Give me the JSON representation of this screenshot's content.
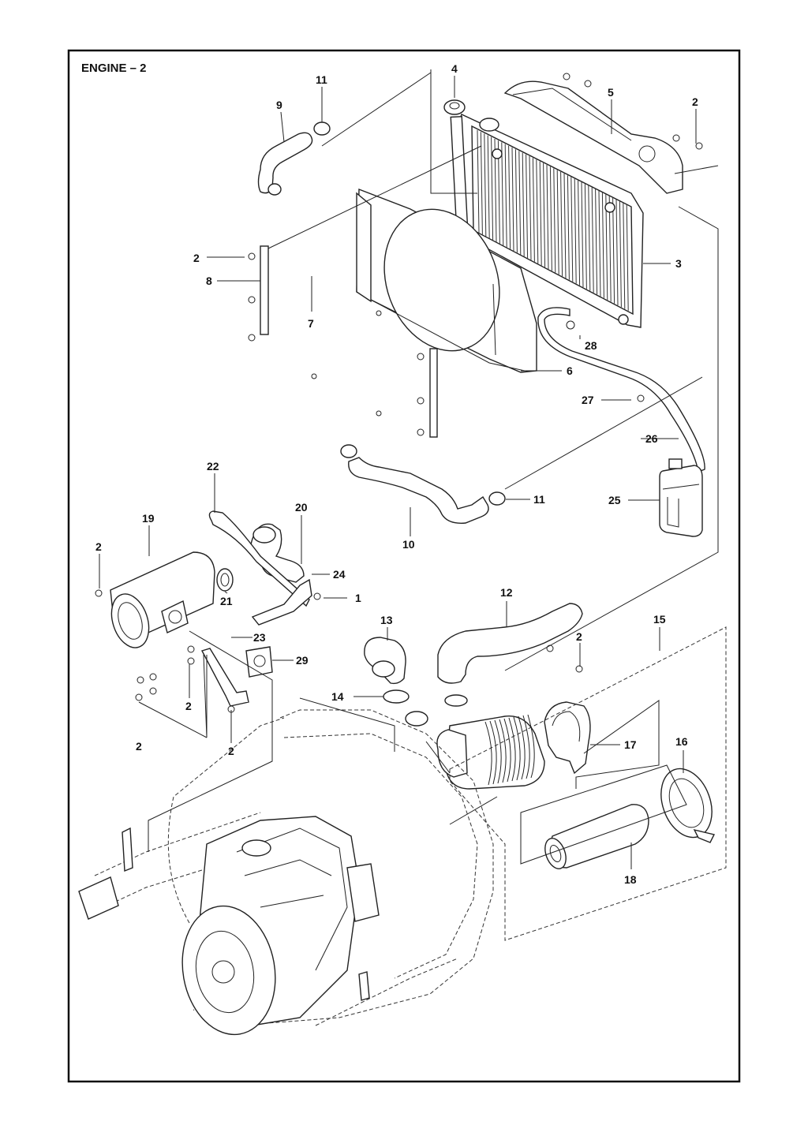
{
  "title": "ENGINE – 2",
  "callouts": {
    "c1": "1",
    "c2a": "2",
    "c2b": "2",
    "c2c": "2",
    "c2d": "2",
    "c2e": "2",
    "c2f": "2",
    "c2g": "2",
    "c3": "3",
    "c4": "4",
    "c5": "5",
    "c6": "6",
    "c7": "7",
    "c8": "8",
    "c9": "9",
    "c10": "10",
    "c11a": "11",
    "c11b": "11",
    "c12": "12",
    "c13": "13",
    "c14": "14",
    "c15": "15",
    "c16": "16",
    "c17": "17",
    "c18": "18",
    "c19": "19",
    "c20": "20",
    "c21": "21",
    "c22": "22",
    "c23": "23",
    "c24": "24",
    "c25": "25",
    "c26": "26",
    "c27": "27",
    "c28": "28",
    "c29": "29"
  }
}
